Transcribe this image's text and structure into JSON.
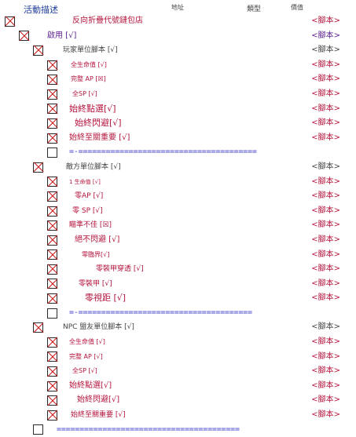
{
  "header": {
    "col_description": "活動描述",
    "col_address": "地址",
    "col_type": "類型",
    "col_value": "價值"
  },
  "rows": [
    {
      "label": "反向折疊代號鏈包店",
      "value": "<腳本>",
      "checked": true,
      "indent": 6,
      "label_x": 92,
      "label_color": "#b4143c",
      "font_size": 10,
      "value_color": "#b4143c"
    },
    {
      "label": "啟用 [√]",
      "value": "<腳本>",
      "checked": true,
      "indent": 24,
      "label_x": 60,
      "label_color": "#5a1e8c",
      "font_size": 10,
      "value_color": "#5a1e8c"
    },
    {
      "label": "玩家單位腳本 [√]",
      "value": "<腳本>",
      "checked": true,
      "indent": 42,
      "label_x": 80,
      "label_color": "#444444",
      "font_size": 9,
      "value_color": "#444444"
    },
    {
      "label": "全生命值 [√]",
      "value": "<腳本>",
      "checked": true,
      "indent": 60,
      "label_x": 90,
      "label_color": "#b4143c",
      "font_size": 8,
      "value_color": "#b4143c"
    },
    {
      "label": "完整 AP [☒]",
      "value": "<腳本>",
      "checked": true,
      "indent": 60,
      "label_x": 90,
      "label_color": "#b4143c",
      "font_size": 8,
      "value_color": "#b4143c"
    },
    {
      "label": "全SP [√]",
      "value": "<腳本>",
      "checked": true,
      "indent": 60,
      "label_x": 92,
      "label_color": "#b4143c",
      "font_size": 8,
      "value_color": "#b4143c"
    },
    {
      "label": "始終點選[√]",
      "value": "<腳本>",
      "checked": true,
      "indent": 60,
      "label_x": 88,
      "label_color": "#b4143c",
      "font_size": 11,
      "value_color": "#b4143c"
    },
    {
      "label": "始終閃避[√]",
      "value": "<腳本>",
      "checked": true,
      "indent": 60,
      "label_x": 95,
      "label_color": "#b4143c",
      "font_size": 11,
      "value_color": "#b4143c"
    },
    {
      "label": "始終至關重要 [√]",
      "value": "<腳本>",
      "checked": true,
      "indent": 60,
      "label_x": 88,
      "label_color": "#b4143c",
      "font_size": 10,
      "value_color": "#b4143c"
    },
    {
      "separator": true,
      "text": "=-=======================================",
      "checked": false,
      "indent": 60,
      "label_x": 88
    },
    {
      "label": "敵方單位腳本 [√]",
      "value": "<腳本>",
      "checked": true,
      "indent": 42,
      "label_x": 84,
      "label_color": "#444444",
      "font_size": 9,
      "value_color": "#444444"
    },
    {
      "label": "1 生命值 [√]",
      "value": "<腳本>",
      "checked": true,
      "indent": 60,
      "label_x": 88,
      "label_color": "#b4143c",
      "font_size": 7,
      "value_color": "#b4143c"
    },
    {
      "label": "零AP [√]",
      "value": "<腳本>",
      "checked": true,
      "indent": 60,
      "label_x": 95,
      "label_color": "#b4143c",
      "font_size": 9,
      "value_color": "#b4143c"
    },
    {
      "label": "零 SP [√]",
      "value": "<腳本>",
      "checked": true,
      "indent": 60,
      "label_x": 92,
      "label_color": "#b4143c",
      "font_size": 9,
      "value_color": "#b4143c"
    },
    {
      "label": "瞄準不佳 [☒]",
      "value": "<腳本>",
      "checked": true,
      "indent": 60,
      "label_x": 88,
      "label_color": "#b4143c",
      "font_size": 9,
      "value_color": "#b4143c"
    },
    {
      "label": "絕不閃避 [√]",
      "value": "<腳本>",
      "checked": true,
      "indent": 60,
      "label_x": 95,
      "label_color": "#b4143c",
      "font_size": 10,
      "value_color": "#b4143c"
    },
    {
      "label": "零臨界[√]",
      "value": "<腳本>",
      "checked": true,
      "indent": 60,
      "label_x": 104,
      "label_color": "#b4143c",
      "font_size": 8,
      "value_color": "#b4143c"
    },
    {
      "label": "零裝甲穿透 [√]",
      "value": "<腳本>",
      "checked": true,
      "indent": 60,
      "label_x": 122,
      "label_color": "#b4143c",
      "font_size": 9,
      "value_color": "#b4143c"
    },
    {
      "label": "零裝甲 [√]",
      "value": "<腳本>",
      "checked": true,
      "indent": 60,
      "label_x": 100,
      "label_color": "#b4143c",
      "font_size": 9,
      "value_color": "#b4143c"
    },
    {
      "label": "零視距 [√]",
      "value": "<腳本>",
      "checked": true,
      "indent": 60,
      "label_x": 108,
      "label_color": "#b4143c",
      "font_size": 11,
      "value_color": "#b4143c"
    },
    {
      "separator": true,
      "text": "=-======================================",
      "checked": false,
      "indent": 60,
      "label_x": 88
    },
    {
      "label": "NPC 盟友單位腳本 [√]",
      "value": "<腳本>",
      "checked": true,
      "indent": 42,
      "label_x": 80,
      "label_color": "#444444",
      "font_size": 9,
      "value_color": "#444444"
    },
    {
      "label": "全生命值 [√]",
      "value": "<腳本>",
      "checked": true,
      "indent": 60,
      "label_x": 88,
      "label_color": "#b4143c",
      "font_size": 8,
      "value_color": "#b4143c"
    },
    {
      "label": "完整 AP [√]",
      "value": "<腳本>",
      "checked": true,
      "indent": 60,
      "label_x": 88,
      "label_color": "#b4143c",
      "font_size": 8,
      "value_color": "#b4143c"
    },
    {
      "label": "全SP [√]",
      "value": "<腳本>",
      "checked": true,
      "indent": 60,
      "label_x": 92,
      "label_color": "#b4143c",
      "font_size": 8,
      "value_color": "#b4143c"
    },
    {
      "label": "始終點選[√]",
      "value": "<腳本>",
      "checked": true,
      "indent": 60,
      "label_x": 88,
      "label_color": "#b4143c",
      "font_size": 10,
      "value_color": "#b4143c"
    },
    {
      "label": "始終閃避[√]",
      "value": "<腳本>",
      "checked": true,
      "indent": 60,
      "label_x": 98,
      "label_color": "#b4143c",
      "font_size": 10,
      "value_color": "#b4143c"
    },
    {
      "label": "始終至關重要 [√]",
      "value": "<腳本>",
      "checked": true,
      "indent": 60,
      "label_x": 90,
      "label_color": "#b4143c",
      "font_size": 9,
      "value_color": "#b4143c"
    },
    {
      "separator": true,
      "text": "========================================",
      "checked": false,
      "indent": 42,
      "label_x": 72
    }
  ]
}
